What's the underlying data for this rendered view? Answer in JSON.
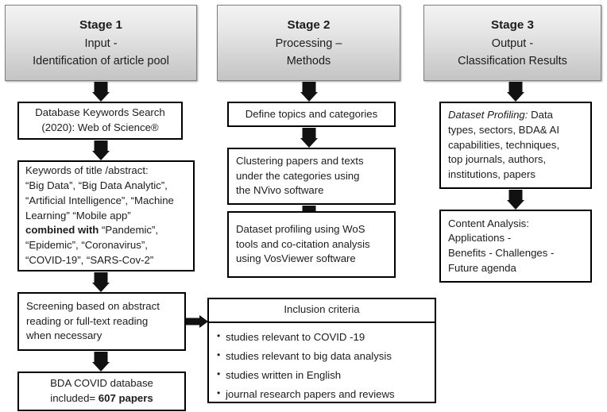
{
  "diagram": {
    "title": "Research methodology flowchart - BDA COVID article classification",
    "colors": {
      "header_fill_top": "#f3f3f3",
      "header_fill_bottom": "#c4c4c4",
      "header_border": "#7f7f7f",
      "box_border": "#000000",
      "arrow": "#111111",
      "text": "#1c1c1c",
      "background": "#ffffff"
    }
  },
  "stages": [
    {
      "title": "Stage 1",
      "line1": "Input -",
      "line2": "Identification of article pool"
    },
    {
      "title": "Stage 2",
      "line1": "Processing –",
      "line2": "Methods"
    },
    {
      "title": "Stage 3",
      "line1": "Output -",
      "line2": "Classification Results"
    }
  ],
  "stage1_boxes": {
    "database_search": {
      "line1": "Database Keywords Search",
      "line2": "(2020): Web of Science®"
    },
    "keywords": {
      "line1": "Keywords of title /abstract:",
      "line2": "“Big Data”,  “Big Data Analytic”,",
      "line3": "“Artificial Intelligence”, “Machine",
      "line4": "Learning” “Mobile app”",
      "line5_bold": "combined with",
      "line5_rest": " “Pandemic”,",
      "line6": "“Epidemic”, “Coronavirus”,",
      "line7": "“COVID-19”, “SARS-Cov-2”"
    },
    "screening": {
      "line1": "Screening based on abstract",
      "line2": "reading or full-text reading",
      "line3": "when necessary"
    },
    "database_result": {
      "line1": "BDA COVID database",
      "line2_prefix": "included= ",
      "line2_bold": "607 papers"
    }
  },
  "stage2_boxes": {
    "define_topics": {
      "line1": "Define topics and categories"
    },
    "clustering": {
      "line1": "Clustering papers and texts",
      "line2": "under the categories using",
      "line3": "the NVivo software"
    },
    "dataset_profiling": {
      "line1": "Dataset profiling using WoS",
      "line2": "tools and co-citation analysis",
      "line3": "using VosViewer software"
    }
  },
  "stage3_boxes": {
    "profiling": {
      "line1_italic": "Dataset Profiling:",
      "line1_rest": " Data",
      "line2": "types, sectors, BDA& AI",
      "line3": "capabilities, techniques,",
      "line4": "top journals, authors,",
      "line5": "institutions, papers"
    },
    "content_analysis": {
      "line1": "Content Analysis:",
      "line2": "Applications -",
      "line3": "Benefits - Challenges -",
      "line4": "Future agenda"
    }
  },
  "inclusion_criteria": {
    "title": "Inclusion criteria",
    "items": [
      "studies relevant to COVID -19",
      "studies relevant to big data analysis",
      "studies written in English",
      "journal research papers and reviews"
    ]
  }
}
